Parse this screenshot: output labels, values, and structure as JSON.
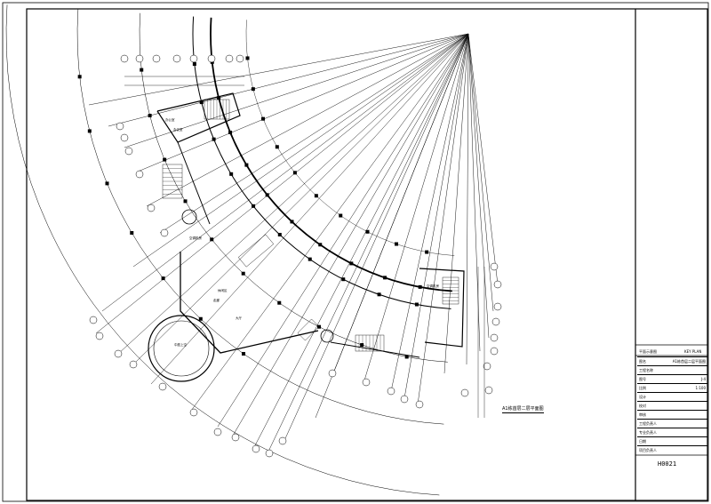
{
  "drawing": {
    "caption": "A1栋首层二层平面图",
    "sheet_code": "H0021",
    "key_plan_label": "平面示意图",
    "key_plan_label_en": "KEY PLAN",
    "rooms": {
      "r1": "办公室",
      "r2": "会议室",
      "r3": "空调机房",
      "r4": "休闲区",
      "r5": "走廊",
      "r6": "中庭上空",
      "r7": "空调机房",
      "r8": "大厅"
    }
  },
  "title_block": {
    "rows": [
      {
        "label": "图名",
        "value": "A1栋首层二层平面图"
      },
      {
        "label": "工程名称",
        "value": ""
      },
      {
        "label": "图号",
        "value": "J-4"
      },
      {
        "label": "比例",
        "value": "1:100"
      },
      {
        "label": "设计",
        "value": ""
      },
      {
        "label": "校对",
        "value": ""
      },
      {
        "label": "审核",
        "value": ""
      },
      {
        "label": "工程负责人",
        "value": ""
      },
      {
        "label": "专业负责人",
        "value": ""
      },
      {
        "label": "日期",
        "value": ""
      },
      {
        "label": "项目负责人",
        "value": ""
      }
    ]
  },
  "colors": {
    "line": "#000000",
    "paper": "#ffffff"
  }
}
